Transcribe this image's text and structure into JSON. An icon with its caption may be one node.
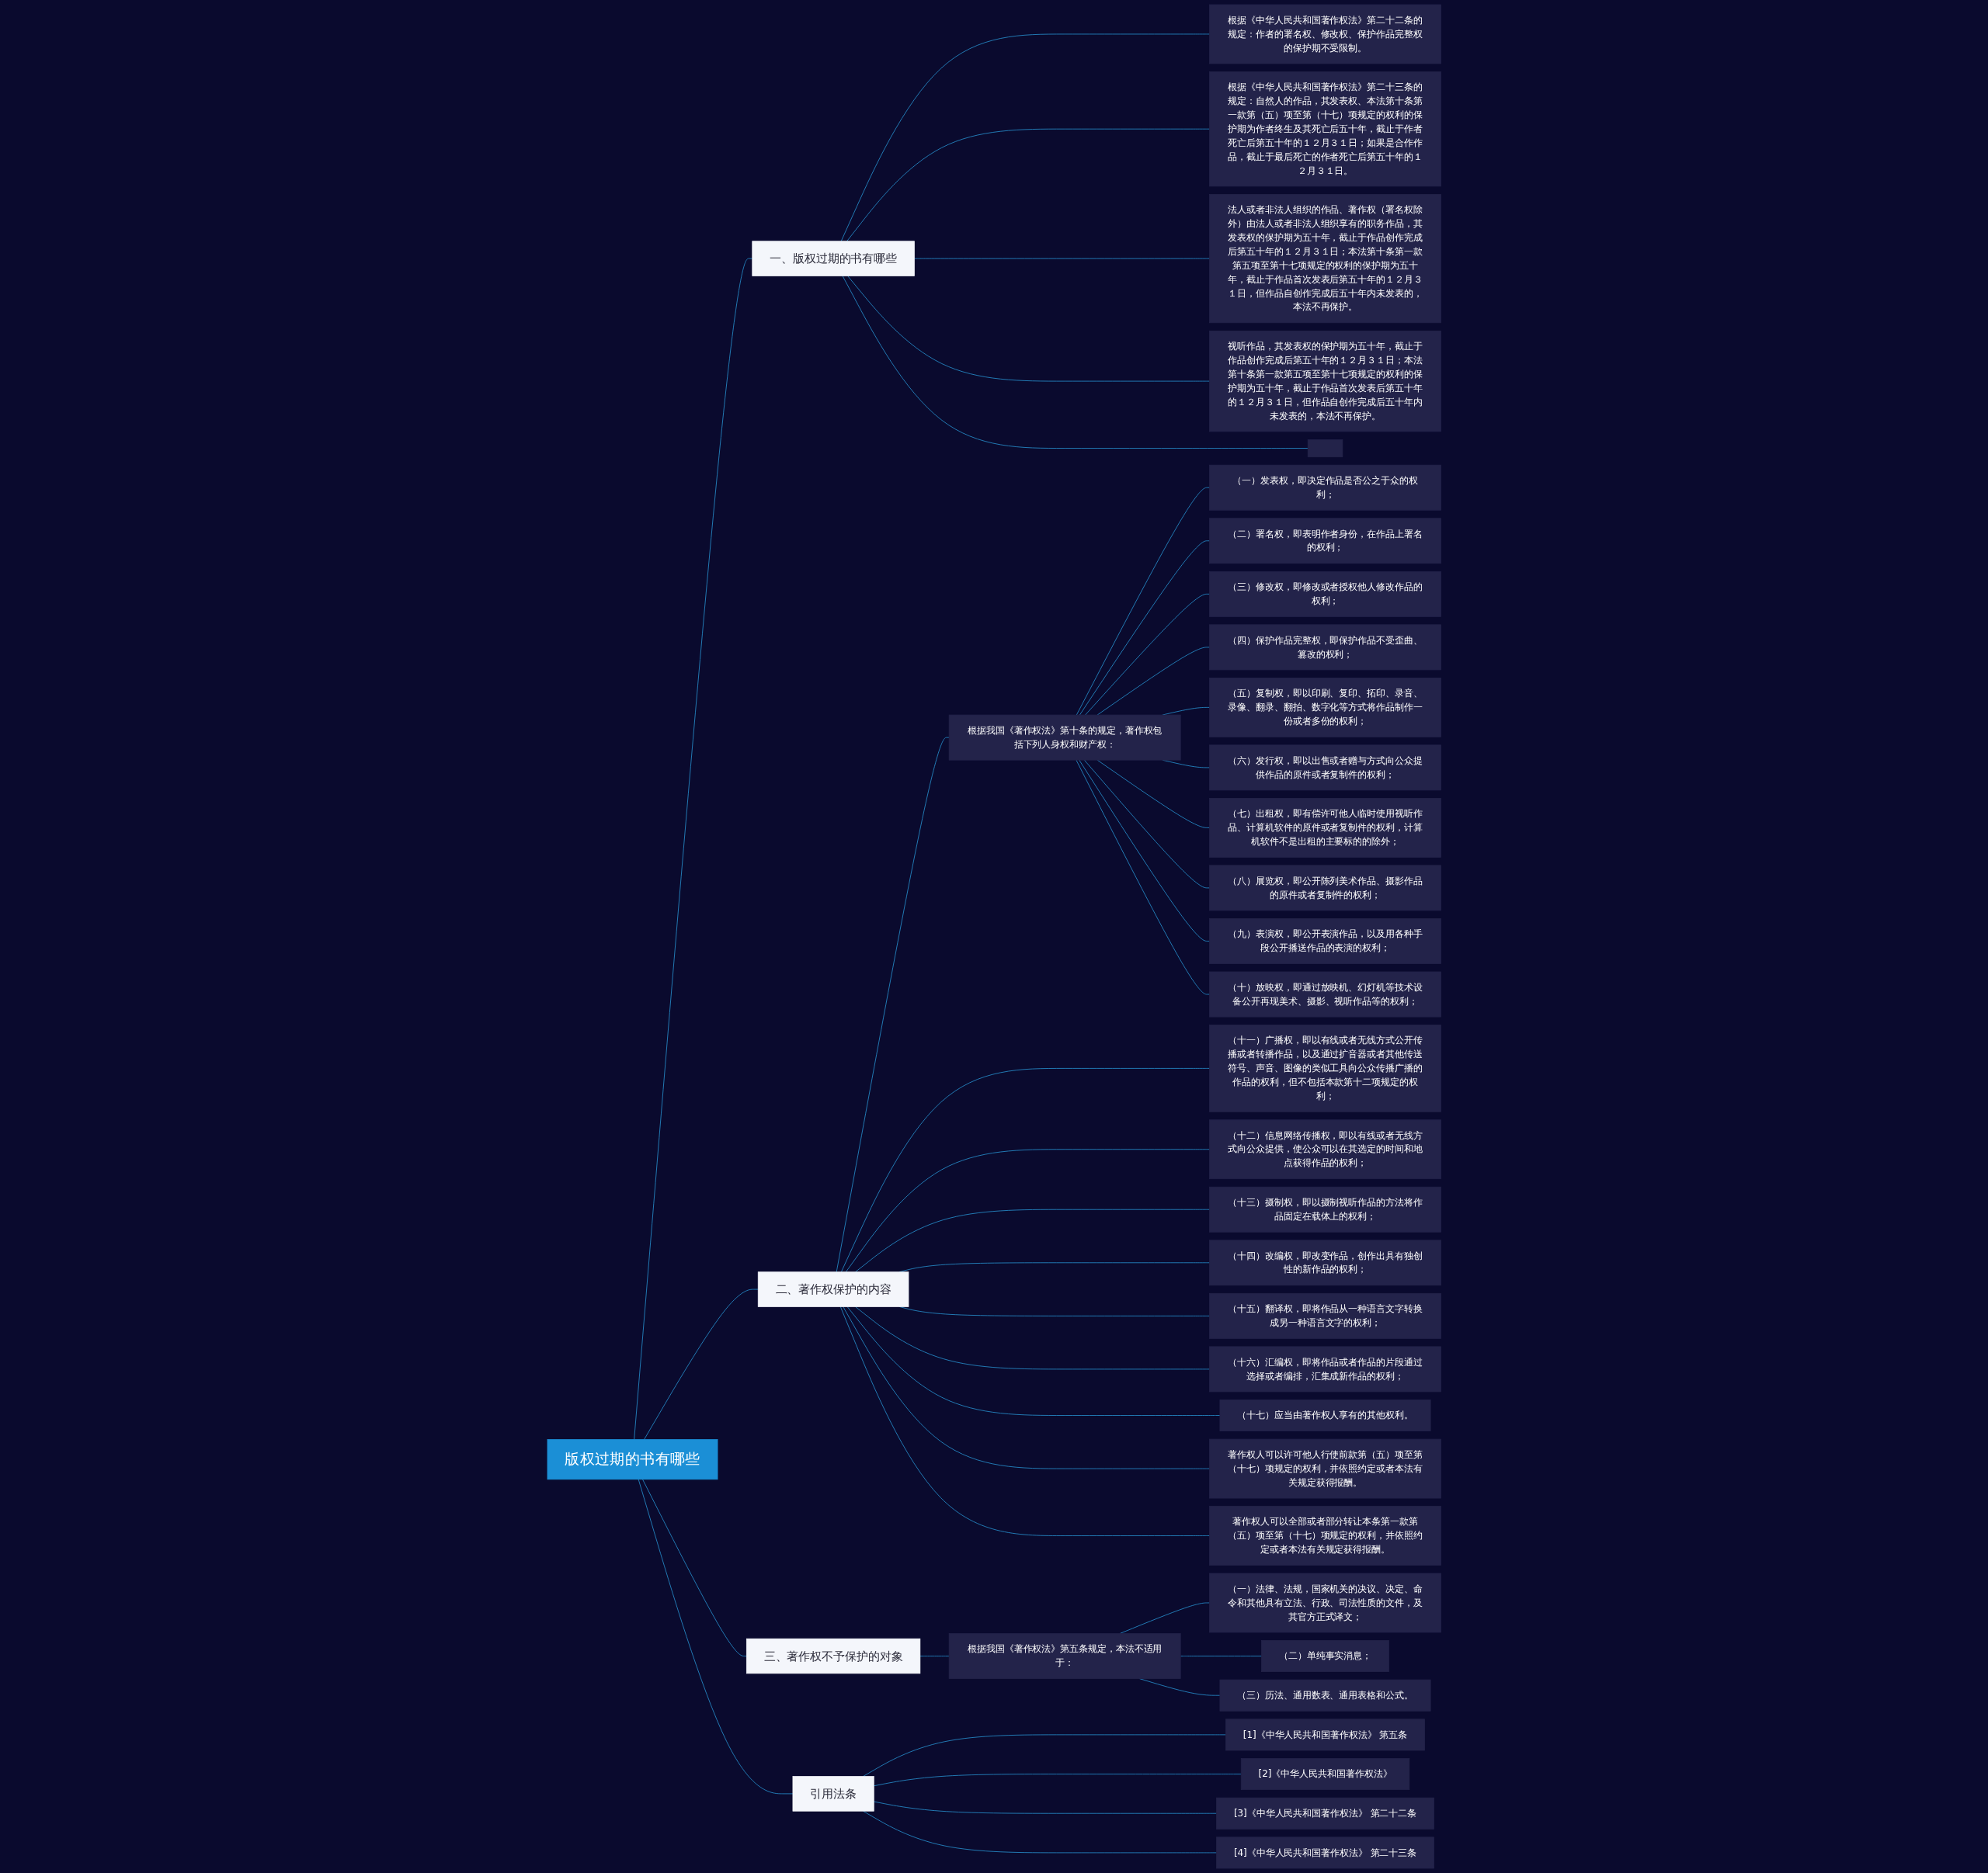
{
  "diagram": {
    "nodes": [
      {
        "text": [
          "版权过期的书有哪些"
        ]
      },
      {
        "text": [
          "一、版权过期的书有哪些"
        ]
      },
      {
        "text": [
          "根据《中华人民共和国著作权法》第二十二条的规定：作者的署名权、修改权、保护作品完整权的保护期不受限制。"
        ]
      },
      {
        "text": [
          "根据《中华人民共和国著作权法》第二十三条的规定：自然人的作品，其发表权、本法第十条第一款第（五）项至第（十七）项规定的权利的保护期为作者终生及其死亡后五十年，截止于作者死亡后第五十年的１２月３１日；如果是合作作品，截止于最后死亡的作者死亡后第五十年的１２月３１日。"
        ]
      },
      {
        "text": [
          "法人或者非法人组织的作品、著作权（署名权除外）由法人或者非法人组织享有的职务作品，其发表权的保护期为五十年，截止于作品创作完成后第五十年的１２月３１日；本法第十条第一款第五项至第十七项规定的权利的保护期为五十年，截止于作品首次发表后第五十年的１２月３１日，但作品自创作完成后五十年内未发表的，本法不再保护。"
        ]
      },
      {
        "text": [
          "视听作品，其发表权的保护期为五十年，截止于作品创作完成后第五十年的１２月３１日；本法第十条第一款第五项至第十七项规定的权利的保护期为五十年，截止于作品首次发表后第五十年的１２月３１日，但作品自创作完成后五十年内未发表的，本法不再保护。"
        ]
      },
      {
        "text": [],
        "shape": "box"
      },
      {
        "text": [
          "二、著作权保护的内容"
        ]
      },
      {
        "text": [
          "根据我国《著作权法》第十条的规定，著作权包括下列人身权和财产权："
        ]
      },
      {
        "text": [
          "（一）发表权，即决定作品是否公之于众的权利；"
        ]
      },
      {
        "text": [
          "（二）署名权，即表明作者身份，在作品上署名的权利；"
        ]
      },
      {
        "text": [
          "（三）修改权，即修改或者授权他人修改作品的权利；"
        ]
      },
      {
        "text": [
          "（四）保护作品完整权，即保护作品不受歪曲、篡改的权利；"
        ]
      },
      {
        "text": [
          "（五）复制权，即以印刷、复印、拓印、录音、录像、翻录、翻拍、数字化等方式将作品制作一份或者多份的权利；"
        ]
      },
      {
        "text": [
          "（六）发行权，即以出售或者赠与方式向公众提供作品的原件或者复制件的权利；"
        ]
      },
      {
        "text": [
          "（七）出租权，即有偿许可他人临时使用视听作品、计算机软件的原件或者复制件的权利，计算机软件不是出租的主要标的的除外；"
        ]
      },
      {
        "text": [
          "（八）展览权，即公开陈列美术作品、摄影作品的原件或者复制件的权利；"
        ]
      },
      {
        "text": [
          "（九）表演权，即公开表演作品，以及用各种手段公开播送作品的表演的权利；"
        ]
      },
      {
        "text": [
          "（十）放映权，即通过放映机、幻灯机等技术设备公开再现美术、摄影、视听作品等的权利；"
        ]
      },
      {
        "text": [
          "（十一）广播权，即以有线或者无线方式公开传播或者转播作品，以及通过扩音器或者其他传送符号、声音、图像的类似工具向公众传播广播的作品的权利，但不包括本款第十二项规定的权利；"
        ]
      },
      {
        "text": [
          "（十二）信息网络传播权，即以有线或者无线方式向公众提供，使公众可以在其选定的时间和地点获得作品的权利；"
        ]
      },
      {
        "text": [
          "（十三）摄制权，即以摄制视听作品的方法将作品固定在载体上的权利；"
        ]
      },
      {
        "text": [
          "（十四）改编权，即改变作品，创作出具有独创性的新作品的权利；"
        ]
      },
      {
        "text": [
          "（十五）翻译权，即将作品从一种语言文字转换成另一种语言文字的权利；"
        ]
      },
      {
        "text": [
          "（十六）汇编权，即将作品或者作品的片段通过选择或者编排，汇集成新作品的权利；"
        ]
      },
      {
        "text": [
          "（十七）应当由著作权人享有的其他权利。"
        ]
      },
      {
        "text": [
          "著作权人可以许可他人行使前款第（五）项至第（十七）项规定的权利，并依照约定或者本法有关规定获得报酬。"
        ]
      },
      {
        "text": [
          "著作权人可以全部或者部分转让本条第一款第（五）项至第（十七）项规定的权利，并依照约定或者本法有关规定获得报酬。"
        ]
      },
      {
        "text": [
          "三、著作权不予保护的对象"
        ]
      },
      {
        "text": [
          "根据我国《著作权法》第五条规定，本法不适用于："
        ]
      },
      {
        "text": [
          "（一）法律、法规，国家机关的决议、决定、命令和其他具有立法、行政、司法性质的文件，及其官方正式译文；"
        ]
      },
      {
        "text": [
          "（二）单纯事实消息；"
        ]
      },
      {
        "text": [
          "（三）历法、通用数表、通用表格和公式。"
        ]
      },
      {
        "text": [
          "引用法条"
        ]
      },
      {
        "text": [
          "[1]《中华人民共和国著作权法》 第五条"
        ]
      },
      {
        "text": [
          "[2]《中华人民共和国著作权法》"
        ]
      },
      {
        "text": [
          "[3]《中华人民共和国著作权法》 第二十二条"
        ]
      },
      {
        "text": [
          "[4]《中华人民共和国著作权法》 第二十三条"
        ]
      }
    ],
    "edges": [
      {
        "from": 0,
        "to": 1,
        "arrow": "none"
      },
      {
        "from": 1,
        "to": 2,
        "arrow": "none"
      },
      {
        "from": 1,
        "to": 3,
        "arrow": "none"
      },
      {
        "from": 1,
        "to": 4,
        "arrow": "none"
      },
      {
        "from": 1,
        "to": 5,
        "arrow": "none"
      },
      {
        "from": 1,
        "to": 6,
        "arrow": "none"
      },
      {
        "from": 0,
        "to": 7,
        "arrow": "none"
      },
      {
        "from": 7,
        "to": 8,
        "arrow": "none"
      },
      {
        "from": 8,
        "to": 9,
        "arrow": "none"
      },
      {
        "from": 8,
        "to": 10,
        "arrow": "none"
      },
      {
        "from": 8,
        "to": 11,
        "arrow": "none"
      },
      {
        "from": 8,
        "to": 12,
        "arrow": "none"
      },
      {
        "from": 8,
        "to": 13,
        "arrow": "none"
      },
      {
        "from": 8,
        "to": 14,
        "arrow": "none"
      },
      {
        "from": 8,
        "to": 15,
        "arrow": "none"
      },
      {
        "from": 8,
        "to": 16,
        "arrow": "none"
      },
      {
        "from": 8,
        "to": 17,
        "arrow": "none"
      },
      {
        "from": 8,
        "to": 18,
        "arrow": "none"
      },
      {
        "from": 7,
        "to": 19,
        "arrow": "none"
      },
      {
        "from": 7,
        "to": 20,
        "arrow": "none"
      },
      {
        "from": 7,
        "to": 21,
        "arrow": "none"
      },
      {
        "from": 7,
        "to": 22,
        "arrow": "none"
      },
      {
        "from": 7,
        "to": 23,
        "arrow": "none"
      },
      {
        "from": 7,
        "to": 24,
        "arrow": "none"
      },
      {
        "from": 7,
        "to": 25,
        "arrow": "none"
      },
      {
        "from": 7,
        "to": 26,
        "arrow": "none"
      },
      {
        "from": 7,
        "to": 27,
        "arrow": "none"
      },
      {
        "from": 0,
        "to": 28,
        "arrow": "none"
      },
      {
        "from": 28,
        "to": 29,
        "arrow": "none"
      },
      {
        "from": 29,
        "to": 30,
        "arrow": "none"
      },
      {
        "from": 29,
        "to": 31,
        "arrow": "none"
      },
      {
        "from": 29,
        "to": 32,
        "arrow": "none"
      },
      {
        "from": 0,
        "to": 33,
        "arrow": "none"
      },
      {
        "from": 33,
        "to": 34,
        "arrow": "none"
      },
      {
        "from": 33,
        "to": 35,
        "arrow": "none"
      },
      {
        "from": 33,
        "to": 36,
        "arrow": "none"
      },
      {
        "from": 33,
        "to": 37,
        "arrow": "none"
      }
    ]
  }
}
